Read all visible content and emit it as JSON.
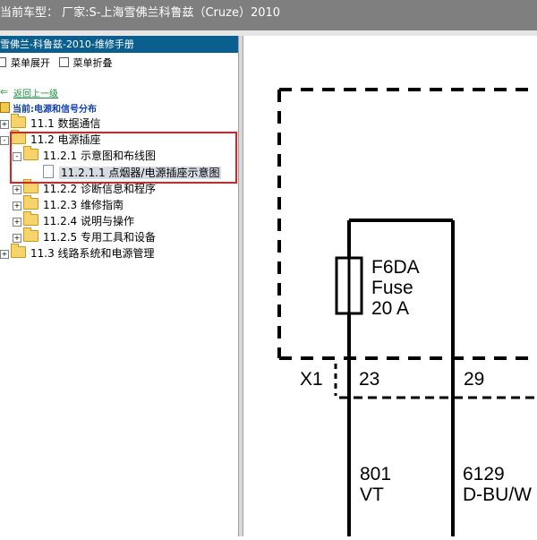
{
  "window": {
    "title": "当前车型： 厂家:S-上海雪佛兰科鲁兹（Cruze）2010"
  },
  "pane": {
    "title": "雪佛兰-科鲁兹-2010-维修手册",
    "toolbar": {
      "expand": "菜单展开",
      "collapse": "菜单折叠"
    },
    "back_link": "返回上一级",
    "current": "当前:电源和信号分布"
  },
  "tree": [
    {
      "label": "11.1 数据通信",
      "expander": "+",
      "icon": "folder-icon"
    },
    {
      "label": "11.2 电源插座",
      "expander": "-",
      "icon": "folder-open-icon"
    },
    {
      "label": "11.2.1 示意图和布线图",
      "expander": "-",
      "icon": "folder-open-icon"
    },
    {
      "label": "11.2.1.1 点烟器/电源插座示意图",
      "expander": "",
      "icon": "document-icon",
      "selected": true
    },
    {
      "label": "11.2.2 诊断信息和程序",
      "expander": "+",
      "icon": "folder-icon"
    },
    {
      "label": "11.2.3 维修指南",
      "expander": "+",
      "icon": "folder-icon"
    },
    {
      "label": "11.2.4 说明与操作",
      "expander": "+",
      "icon": "folder-icon"
    },
    {
      "label": "11.2.5 专用工具和设备",
      "expander": "+",
      "icon": "folder-icon"
    },
    {
      "label": "11.3 线路系统和电源管理",
      "expander": "+",
      "icon": "folder-icon"
    }
  ],
  "diagram": {
    "fuse_line1": "F6DA",
    "fuse_line2": "Fuse",
    "fuse_line3": "20 A",
    "connector": "X1",
    "pin_a": "23",
    "pin_b": "29",
    "wire_a_circuit": "801",
    "wire_a_color": "VT",
    "wire_b_circuit": "6129",
    "wire_b_color": "D-BU/W"
  },
  "colors": {
    "titlebar": "#7f7f7f",
    "pane_title": "#0b5f8f",
    "highlight": "#e02020",
    "link": "#1a8f3a"
  }
}
